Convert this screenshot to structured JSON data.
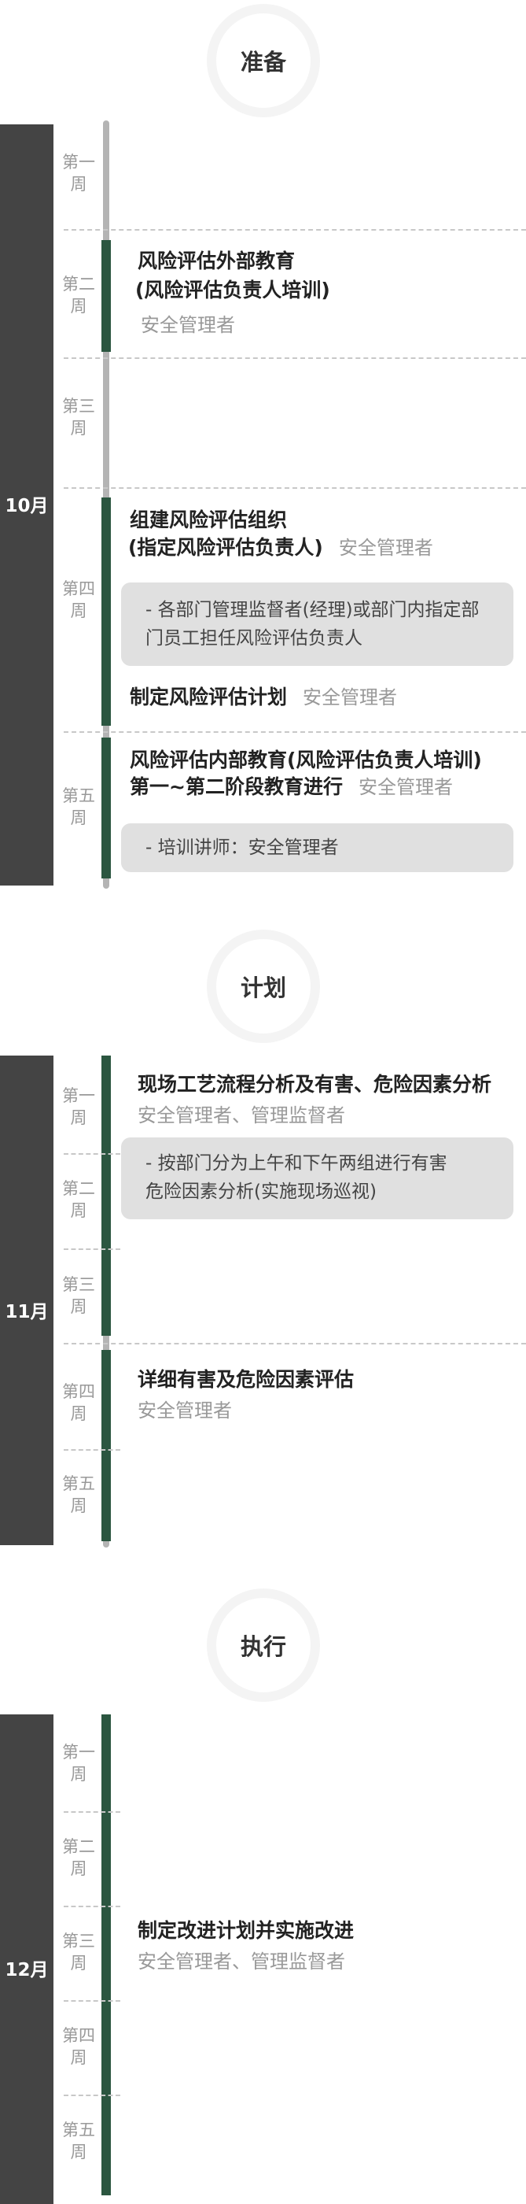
{
  "phases": [
    {
      "title": "准备",
      "month": "10月",
      "weeks": [
        "第一周",
        "第二周",
        "第三周",
        "第四周",
        "第五周"
      ],
      "items": {
        "w2_title_1": "风险评估外部教育",
        "w2_title_2": "(风险评估负责人培训)",
        "w2_role": "安全管理者",
        "w4_title_1": "组建风险评估组织",
        "w4_title_2": "(指定风险评估负责人)",
        "w4_role": "安全管理者",
        "w4_note_1": "- 各部门管理监督者(经理)或部门内指定部",
        "w4_note_2": "门员工担任风险评估负责人",
        "w4_title_3": "制定风险评估计划",
        "w4_role_2": "安全管理者",
        "w5_title_1": "风险评估内部教育(风险评估负责人培训)",
        "w5_title_2": "第一~第二阶段教育进行",
        "w5_role": "安全管理者",
        "w5_note": "- 培训讲师：安全管理者"
      }
    },
    {
      "title": "计划",
      "month": "11月",
      "weeks": [
        "第一周",
        "第二周",
        "第三周",
        "第四周",
        "第五周"
      ],
      "items": {
        "w1_title": "现场工艺流程分析及有害、危险因素分析",
        "w1_role": "安全管理者、管理监督者",
        "w1_note_1": "- 按部门分为上午和下午两组进行有害",
        "w1_note_2": "危险因素分析(实施现场巡视)",
        "w4_title": "详细有害及危险因素评估",
        "w4_role": "安全管理者"
      }
    },
    {
      "title": "执行",
      "month": "12月",
      "weeks": [
        "第一周",
        "第二周",
        "第三周",
        "第四周",
        "第五周"
      ],
      "items": {
        "w3_title": "制定改进计划并实施改进",
        "w3_role": "安全管理者、管理监督者"
      }
    }
  ],
  "colors": {
    "accent": "#2b5640",
    "month_bar": "#444444",
    "track": "#b4b4b4",
    "note_bg": "#e0e0e0"
  }
}
